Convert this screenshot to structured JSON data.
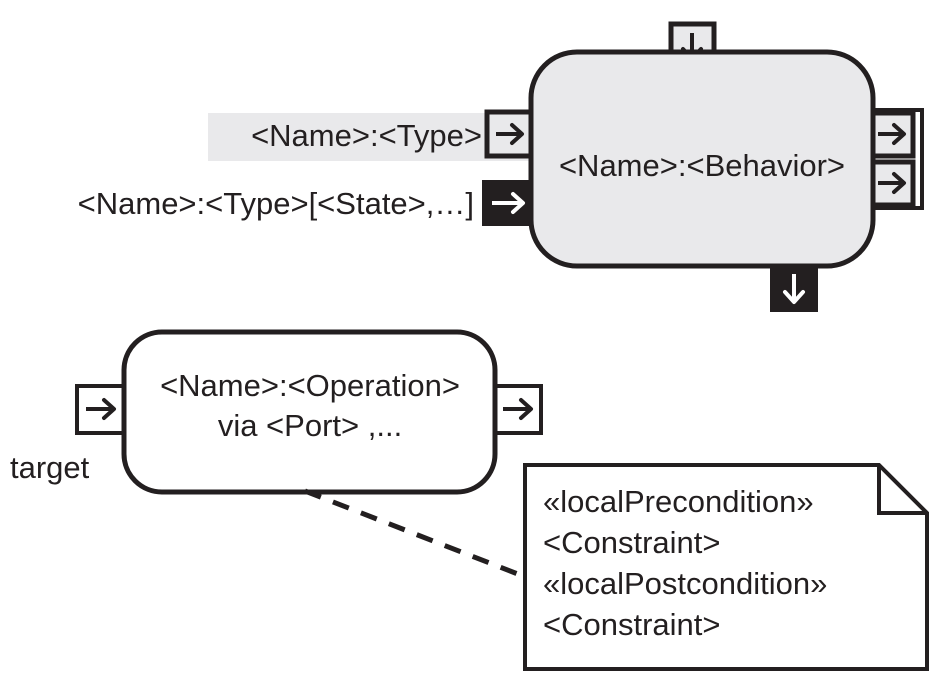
{
  "diagram": {
    "type": "uml-activity-call-behavior-action",
    "colors": {
      "stroke": "#231f20",
      "node_fill": "#e9e9eb",
      "pin_fill": "#e9e9eb",
      "pin_filled": "#231f20",
      "pin_white_arrow": "#ffffff",
      "highlight_band": "#e9e9eb",
      "note_fill": "#ffffff",
      "page_background": "#ffffff"
    },
    "behavior_node": {
      "label": "<Name>:<Behavior>",
      "shape": "rounded-rectangle",
      "fill": "#e9e9eb",
      "pins": {
        "top": {
          "arrow": "down",
          "style": "outlined",
          "name": "top-input-pin"
        },
        "left_upper": {
          "arrow": "right",
          "style": "outlined",
          "name": "left-input-pin"
        },
        "left_lower": {
          "arrow": "right",
          "style": "filled",
          "name": "left-input-pin-filled"
        },
        "right_upper": {
          "arrow": "right",
          "style": "outlined",
          "name": "right-output-pin-upper"
        },
        "right_lower": {
          "arrow": "right",
          "style": "outlined",
          "name": "right-output-pin-lower"
        },
        "bottom": {
          "arrow": "down",
          "style": "filled",
          "name": "bottom-output-pin-filled"
        }
      }
    },
    "labels": {
      "pin_label_highlighted": "<Name>:<Type>",
      "pin_label_state": "<Name>:<Type>[<State>,…]",
      "target_label": "target"
    },
    "operation_node": {
      "line1": "<Name>:<Operation>",
      "line2": "via <Port> ,...",
      "shape": "rounded-rectangle",
      "fill": "#ffffff",
      "pins": {
        "left": {
          "arrow": "right",
          "style": "outlined",
          "name": "operation-target-pin"
        },
        "right": {
          "arrow": "right",
          "style": "outlined",
          "name": "operation-output-pin"
        }
      }
    },
    "note": {
      "shape": "note-folded-corner",
      "fill": "#ffffff",
      "lines": [
        "«localPrecondition»",
        "<Constraint>",
        "«localPostcondition»",
        "<Constraint>"
      ],
      "connector": {
        "style": "dashed",
        "from": "operation-node",
        "to": "note"
      }
    }
  }
}
